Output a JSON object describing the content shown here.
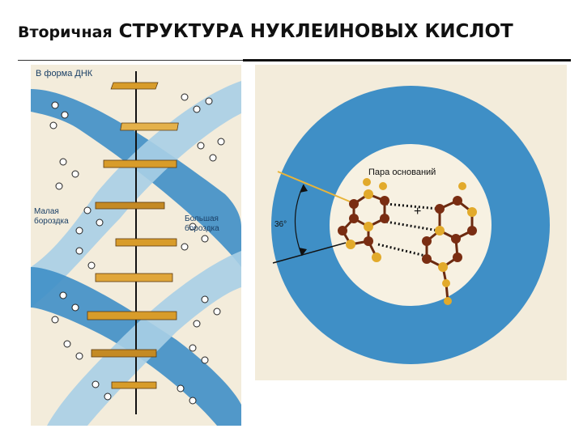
{
  "title": {
    "part1": "Вторичная",
    "part2": "СТРУКТУРА НУКЛЕИНОВЫХ КИСЛОТ"
  },
  "left_figure": {
    "label_form": "В  форма  ДНК",
    "label_minor_1": "Малая",
    "label_minor_2": "бороздка",
    "label_major_1": "Большая",
    "label_major_2": "бороздка"
  },
  "right_figure": {
    "label_base_pair": "Пара  оснований",
    "label_angle": "36°",
    "label_plus": "+"
  },
  "colors": {
    "blue": "#3f8fc6",
    "light_blue": "#a9cfe6",
    "paper": "#f3ecdb",
    "base_gold": "#d89c2a",
    "atom_brown": "#7a2d12",
    "atom_gold": "#e2aa2b"
  }
}
